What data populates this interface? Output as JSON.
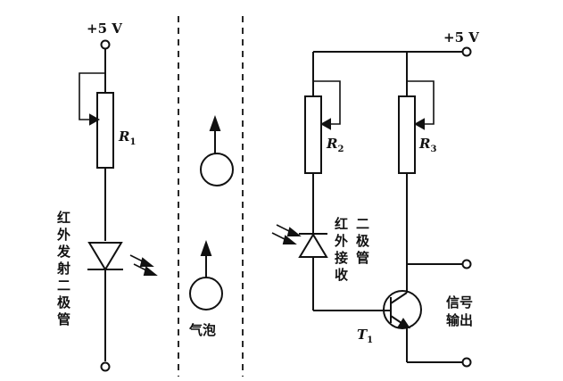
{
  "labels": {
    "vcc_left": "+5 V",
    "vcc_right": "+5 V",
    "r1": "R",
    "r1_sub": "1",
    "r2": "R",
    "r2_sub": "2",
    "r3": "R",
    "r3_sub": "3",
    "t1": "T",
    "t1_sub": "1",
    "ir_emitter": [
      "红",
      "外",
      "发",
      "射",
      "二",
      "极",
      "管"
    ],
    "ir_receiver_col1": [
      "红",
      "外",
      "接",
      "收"
    ],
    "ir_receiver_col2": [
      "二",
      "极",
      "管"
    ],
    "bubble": "气泡",
    "signal_out_line1": "信号",
    "signal_out_line2": "输出"
  }
}
